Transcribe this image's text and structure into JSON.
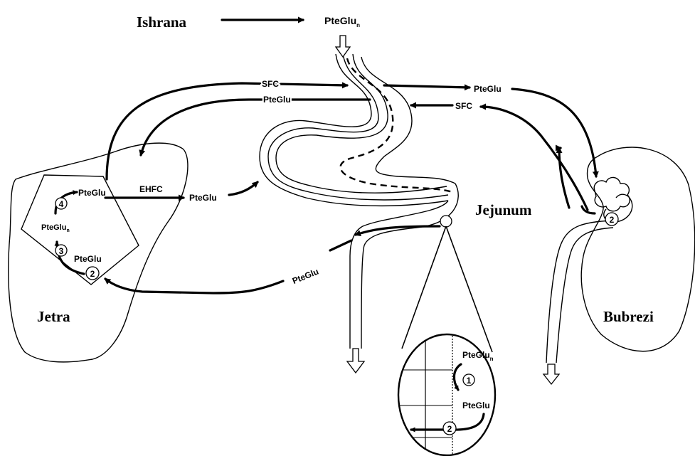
{
  "header": {
    "diet_label": "Ishrana",
    "diet_compound": "PteGlu",
    "diet_compound_sub": "n"
  },
  "organs": {
    "liver": "Jetra",
    "jejunum": "Jejunum",
    "kidney": "Bubrezi"
  },
  "labels": {
    "sfc_top": "SFC",
    "pteglu_top_left": "PteGlu",
    "pteglu_top_right": "PteGlu",
    "sfc_right": "SFC",
    "ehfc": "EHFC",
    "pteglu_ehfc": "PteGlu",
    "pteglu_return": "PteGlu",
    "liver_pteglu_top": "PteGlu",
    "liver_pteglu_n": "PteGlu",
    "liver_pteglu_n_sub": "n",
    "liver_pteglu_bottom": "PteGlu",
    "zoom_pteglu_n": "PteGlu",
    "zoom_pteglu_n_sub": "n",
    "zoom_pteglu": "PteGlu"
  },
  "steps": {
    "liver_step4": "4",
    "liver_step3": "3",
    "liver_step2": "2",
    "kidney_step2": "2",
    "zoom_step1": "1",
    "zoom_step2": "2"
  }
}
